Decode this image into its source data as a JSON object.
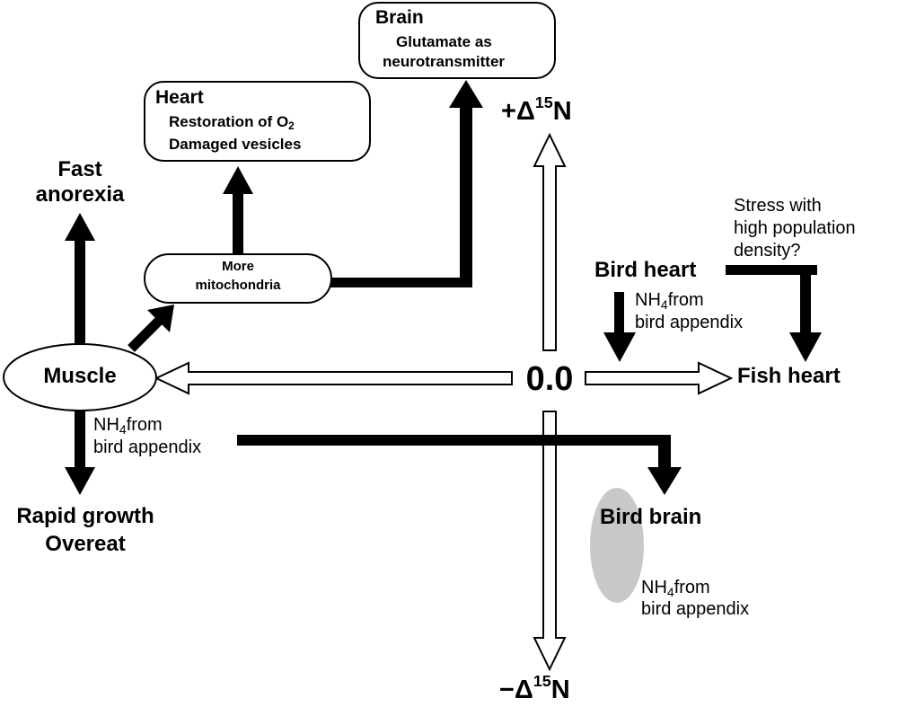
{
  "axis": {
    "origin": "0.0",
    "positive": {
      "sign": "+",
      "delta": "Δ",
      "mass": "15",
      "element": "N"
    },
    "negative": {
      "sign": "−",
      "delta": "Δ",
      "mass": "15",
      "element": "N"
    }
  },
  "muscle": {
    "label": "Muscle"
  },
  "fast_anorexia": {
    "line1": "Fast",
    "line2": "anorexia"
  },
  "rapid_growth": {
    "line1": "Rapid growth",
    "line2": "Overeat"
  },
  "mitochondria": {
    "line1": "More",
    "line2": "mitochondria"
  },
  "heart": {
    "title": "Heart",
    "line1_pre": "Restoration of O",
    "line1_sub": "2",
    "line2": "Damaged vesicles"
  },
  "brain": {
    "title": "Brain",
    "line1": "Glutamate as",
    "line2": "neurotransmitter"
  },
  "bird_heart": {
    "label": "Bird heart"
  },
  "fish_heart": {
    "label": "Fish heart"
  },
  "bird_brain": {
    "label": "Bird brain"
  },
  "stress_note": {
    "line1": "Stress with",
    "line2": "high population",
    "line3": "density?"
  },
  "nh4_notes": [
    {
      "pre": "NH",
      "sub": "4",
      "post": "from",
      "line2": "bird appendix"
    },
    {
      "pre": "NH",
      "sub": "4",
      "post": "from",
      "line2": "bird appendix"
    },
    {
      "pre": "NH",
      "sub": "4",
      "post": "from",
      "line2": "bird appendix"
    }
  ],
  "colors": {
    "arrow": "#000000",
    "hollow_fill": "#ffffff",
    "ellipse_fill": "#c8c8c8",
    "background": "#ffffff"
  }
}
